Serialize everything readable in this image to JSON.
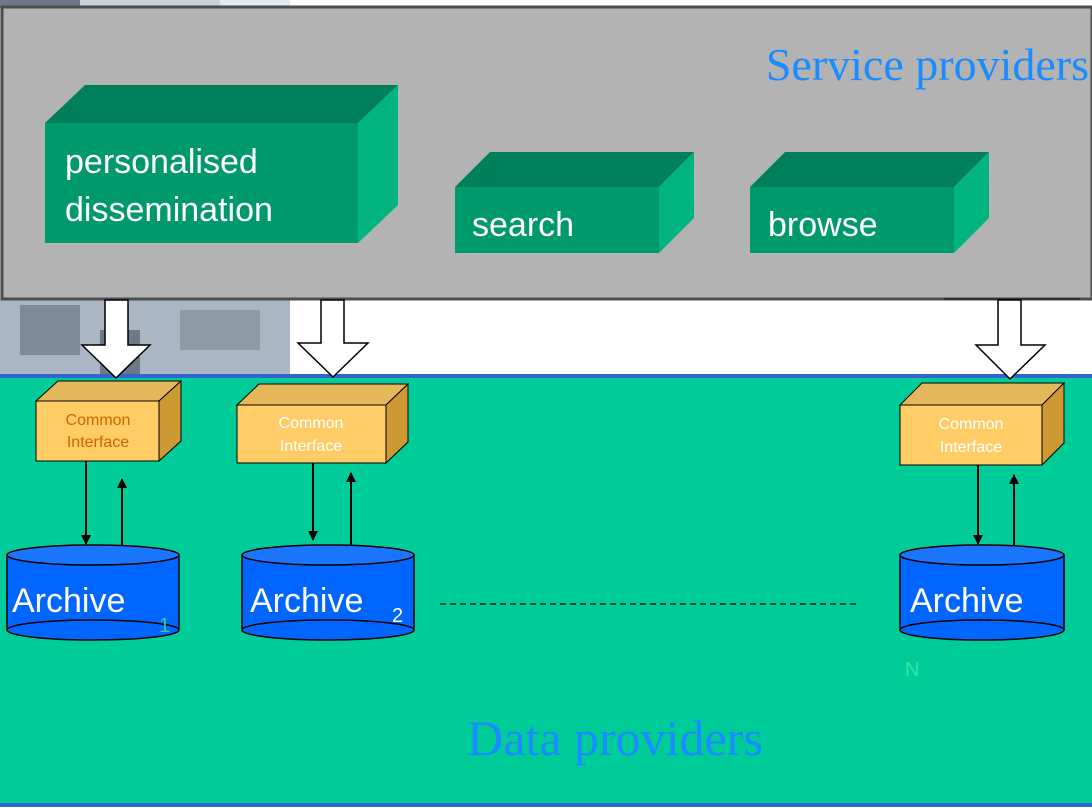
{
  "service_layer": {
    "title": "Service providers",
    "services": [
      "personalised",
      "dissemination",
      "search",
      "browse"
    ]
  },
  "data_layer": {
    "title": "Data providers",
    "interface_label_line1": "Common",
    "interface_label_line2": "Interface",
    "archives": [
      {
        "label": "Archive",
        "subscript": "1"
      },
      {
        "label": "Archive",
        "subscript": "2"
      },
      {
        "label": "Archive",
        "subscript": "N"
      }
    ]
  },
  "colors": {
    "service_bg": "#b3b3b3",
    "box_front": "#00996b",
    "box_top": "#00805a",
    "box_side": "#00b37f",
    "data_bg": "#00cc99",
    "interface_front": "#ffcc66",
    "archive_fill": "#0066ff",
    "title_color": "#1a8cff"
  }
}
